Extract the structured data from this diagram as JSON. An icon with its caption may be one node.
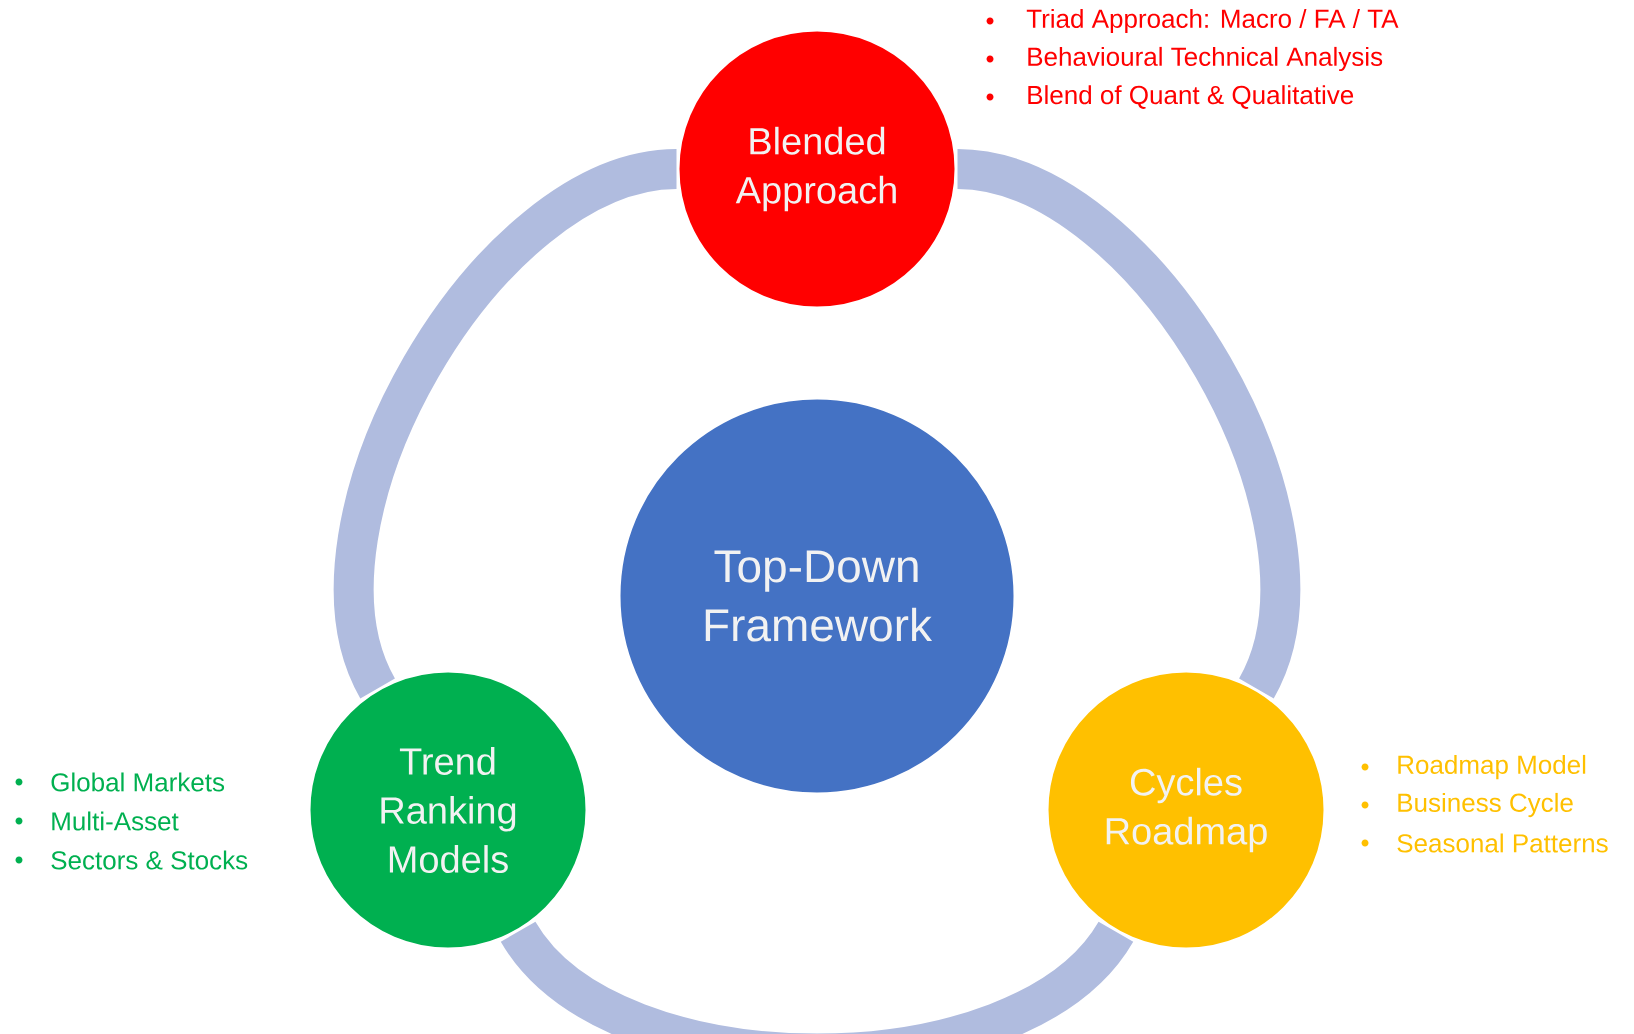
{
  "diagram": {
    "nodes": [
      {
        "text": [
          "Top-Down Framework"
        ]
      },
      {
        "text": [
          "Blended Approach"
        ],
        "beside": [
          "Triad Approach: Macro / FA / TA",
          "Behavioural Technical Analysis",
          "Blend of Quant & Qualitative"
        ]
      },
      {
        "text": [
          "Cycles Roadmap"
        ],
        "beside": [
          "Roadmap Model",
          "Business Cycle",
          "Seasonal Patterns"
        ]
      },
      {
        "text": [
          "Trend Ranking Models"
        ],
        "beside": [
          "Global Markets",
          "Multi-Asset",
          "Sectors & Stocks"
        ]
      }
    ],
    "edges": [
      {
        "from": 1,
        "to": 2,
        "arrow": "none"
      },
      {
        "from": 2,
        "to": 3,
        "arrow": "none"
      },
      {
        "from": 3,
        "to": 1,
        "arrow": "none"
      }
    ]
  }
}
